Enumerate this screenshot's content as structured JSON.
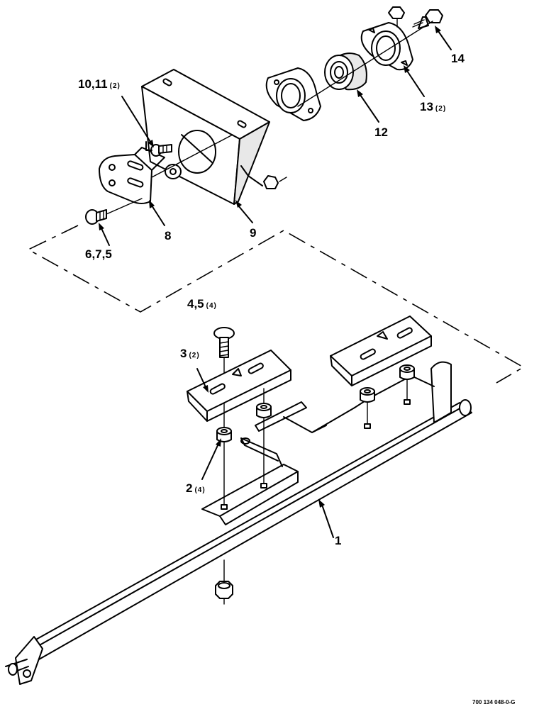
{
  "callouts": [
    {
      "id": "c1",
      "label": "1",
      "qty": ""
    },
    {
      "id": "c2",
      "label": "2",
      "qty": "(4)"
    },
    {
      "id": "c3",
      "label": "3",
      "qty": "(2)"
    },
    {
      "id": "c4",
      "label": "4,5",
      "qty": "(4)"
    },
    {
      "id": "c6",
      "label": "6,7,5",
      "qty": ""
    },
    {
      "id": "c8",
      "label": "8",
      "qty": ""
    },
    {
      "id": "c9",
      "label": "9",
      "qty": ""
    },
    {
      "id": "c10",
      "label": "10,11",
      "qty": "(2)"
    },
    {
      "id": "c12",
      "label": "12",
      "qty": ""
    },
    {
      "id": "c13",
      "label": "13",
      "qty": "(2)"
    },
    {
      "id": "c14",
      "label": "14",
      "qty": ""
    }
  ],
  "drawing_number": "700 134 048-0-G"
}
